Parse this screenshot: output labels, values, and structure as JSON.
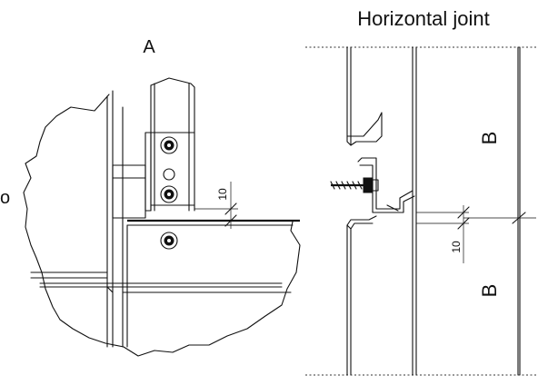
{
  "detail_a": {
    "label": "A",
    "dimension": "10",
    "side_label": "o"
  },
  "horizontal_joint": {
    "title": "Horizontal joint",
    "label_upper": "B",
    "label_lower": "B",
    "dimension": "10"
  }
}
